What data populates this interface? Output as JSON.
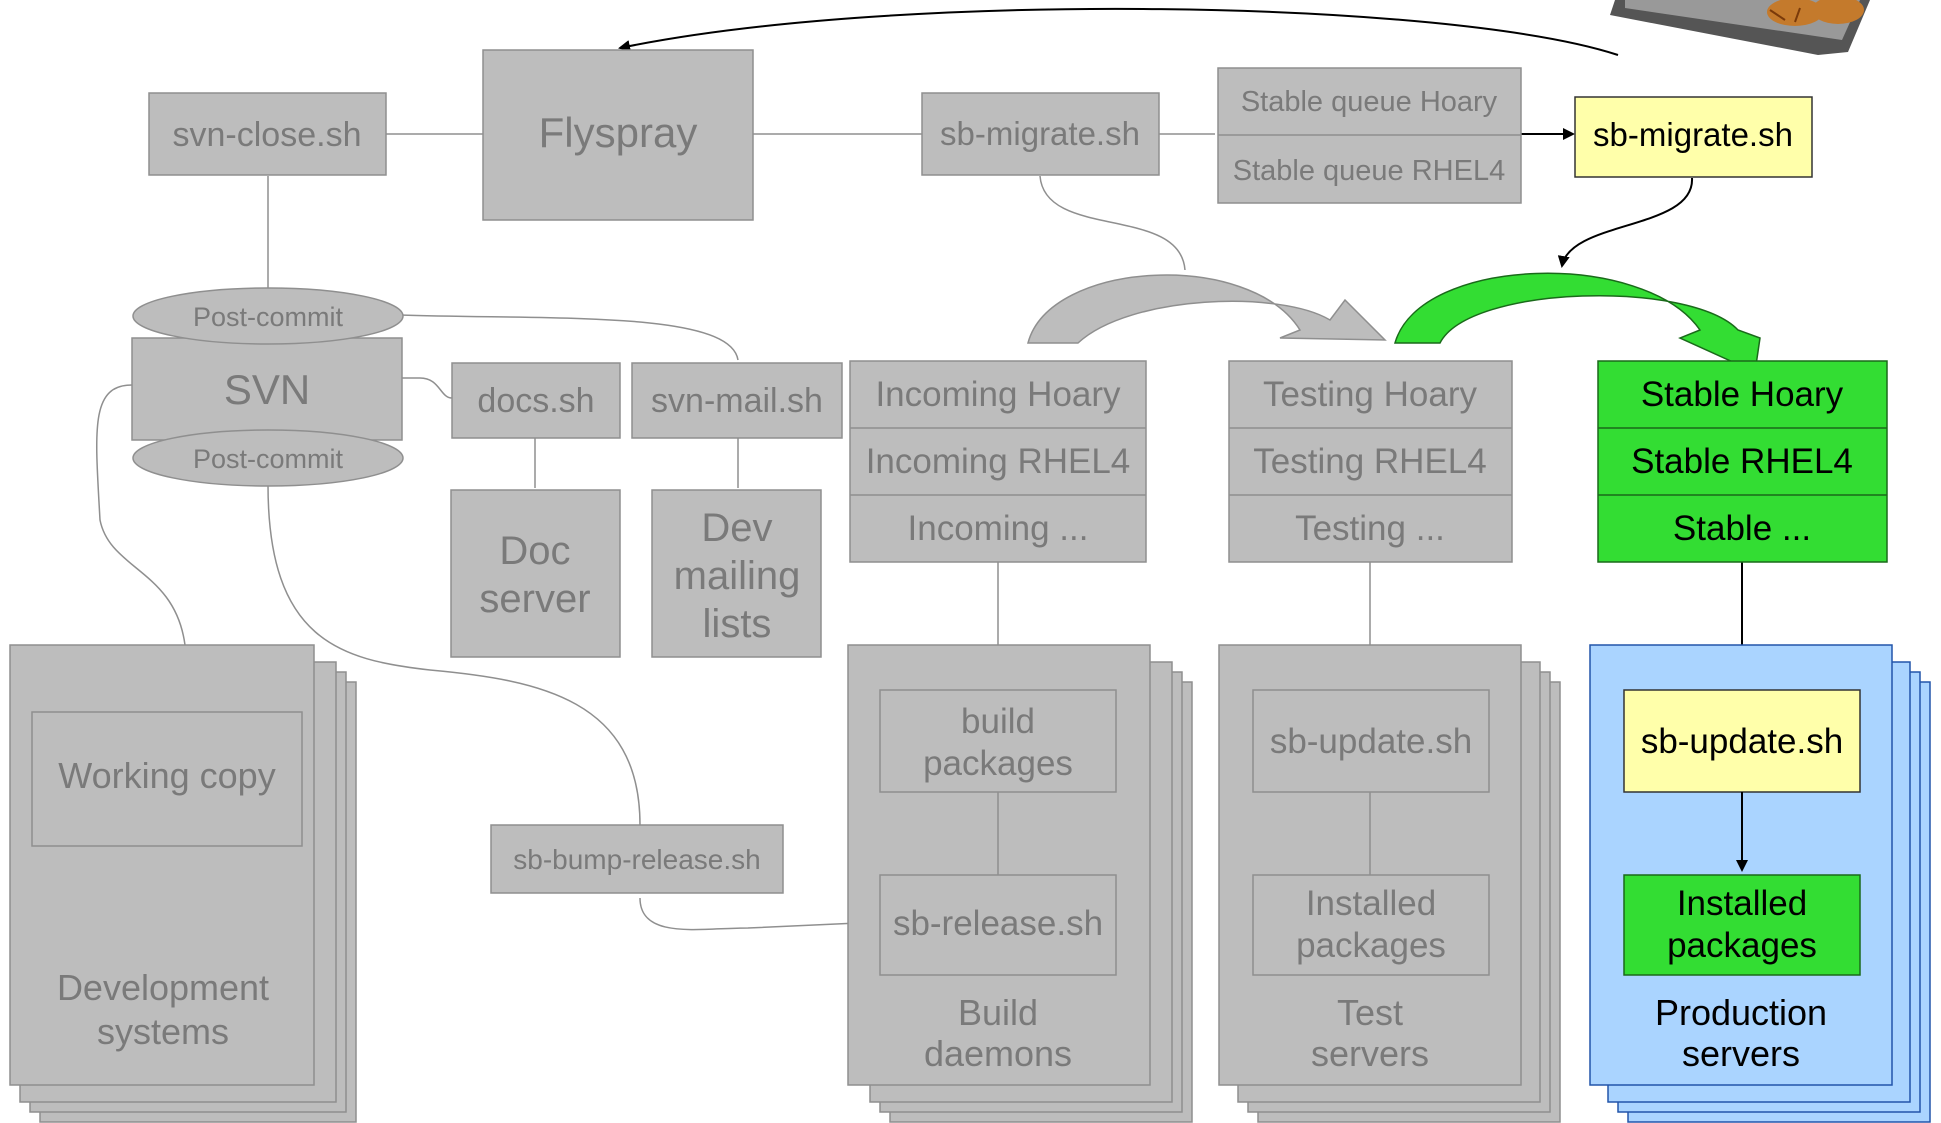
{
  "diagram": {
    "svn_close": "svn-close.sh",
    "flyspray": "Flyspray",
    "sb_migrate_gray": "sb-migrate.sh",
    "stable_queue_hoary": "Stable queue Hoary",
    "stable_queue_rhel4": "Stable queue RHEL4",
    "sb_migrate_yellow": "sb-migrate.sh",
    "post_commit_top": "Post-commit",
    "svn": "SVN",
    "post_commit_bottom": "Post-commit",
    "docs_sh": "docs.sh",
    "svn_mail": "svn-mail.sh",
    "doc_server": [
      "Doc",
      "server"
    ],
    "dev_mailing_lists": [
      "Dev",
      "mailing",
      "lists"
    ],
    "incoming": [
      "Incoming Hoary",
      "Incoming RHEL4",
      "Incoming ..."
    ],
    "testing": [
      "Testing Hoary",
      "Testing RHEL4",
      "Testing ..."
    ],
    "stable": [
      "Stable Hoary",
      "Stable RHEL4",
      "Stable ..."
    ],
    "working_copy": "Working copy",
    "development_systems": [
      "Development",
      "systems"
    ],
    "sb_bump_release": "sb-bump-release.sh",
    "build_packages": [
      "build",
      "packages"
    ],
    "sb_release": "sb-release.sh",
    "build_daemons": [
      "Build",
      "daemons"
    ],
    "sb_update_gray": "sb-update.sh",
    "installed_packages_gray": [
      "Installed",
      "packages"
    ],
    "test_servers": [
      "Test",
      "servers"
    ],
    "sb_update_yellow": "sb-update.sh",
    "installed_packages_green": [
      "Installed",
      "packages"
    ],
    "production_servers": [
      "Production",
      "servers"
    ]
  },
  "colors": {
    "gray_box": "#bdbdbd",
    "gray_text": "#7a7a7a",
    "green": "#33dd33",
    "yellow": "#ffffaa",
    "blue": "#aad4ff"
  }
}
